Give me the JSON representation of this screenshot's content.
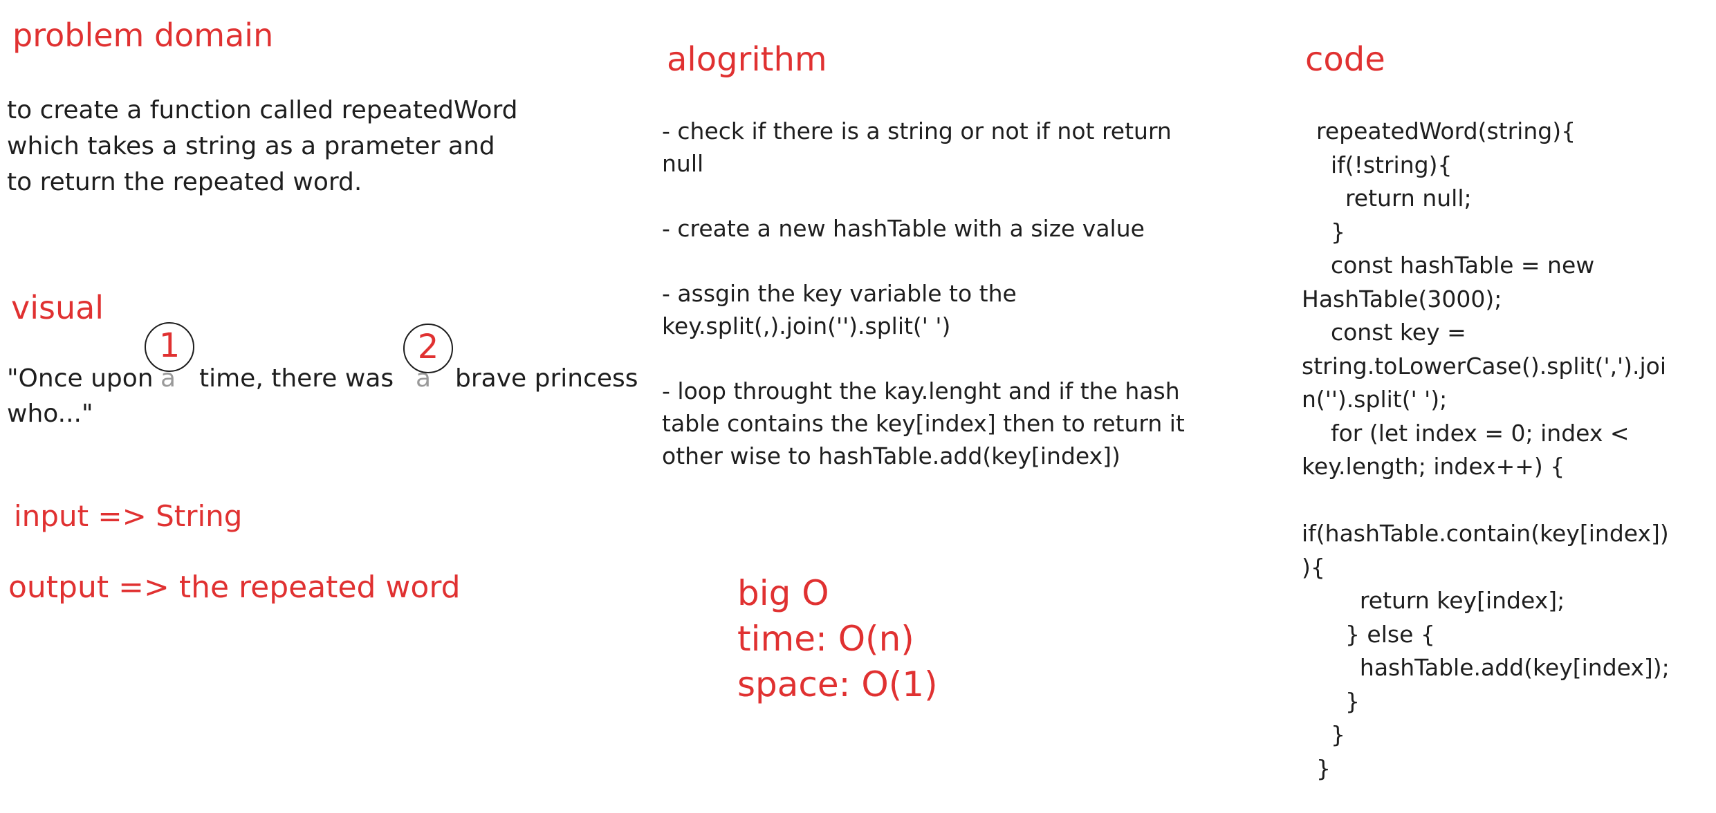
{
  "problem_domain": {
    "heading": "problem domain",
    "lines": [
      "to create a function called repeatedWord",
      "which takes a string as a prameter and",
      "to return the repeated word."
    ]
  },
  "visual": {
    "heading": "visual",
    "story": {
      "part1": "\"Once upon",
      "a1": "a",
      "part2": "time, there was",
      "a2": "a",
      "part3": "brave princess",
      "part4": "who...\""
    },
    "markers": [
      "1",
      "2"
    ]
  },
  "io": {
    "input": "input => String",
    "output": "output => the repeated word"
  },
  "algorithm": {
    "heading": "alogrithm",
    "lines": [
      "- check if there is a string or not if not return",
      "null",
      "",
      "- create a new hashTable with a size value",
      "",
      "- assgin the key variable to the",
      "key.split(,).join('').split(' ')",
      "",
      "- loop throught the kay.lenght and if the hash",
      "table contains the key[index] then to return it",
      "other wise to hashTable.add(key[index])"
    ]
  },
  "big_o": {
    "title": "big O",
    "time": "time: O(n)",
    "space": "space: O(1)"
  },
  "code": {
    "heading": "code",
    "lines": [
      "  repeatedWord(string){",
      "    if(!string){",
      "      return null;",
      "    }",
      "    const hashTable = new",
      "HashTable(3000);",
      "    const key =",
      "string.toLowerCase().split(',').joi",
      "n('').split(' ');",
      "    for (let index = 0; index <",
      "key.length; index++) {",
      "",
      "if(hashTable.contain(key[index])",
      "){",
      "        return key[index];",
      "      } else {",
      "        hashTable.add(key[index]);",
      "      }",
      "    }",
      "  }"
    ]
  },
  "colors": {
    "accent": "#e03131",
    "text": "#1e1e1e"
  }
}
